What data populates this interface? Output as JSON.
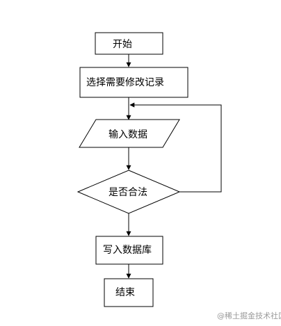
{
  "flowchart": {
    "nodes": {
      "start": "开始",
      "select_record": "选择需要修改记录",
      "input_data": "输入数据",
      "is_valid": "是否合法",
      "write_db": "写入数据库",
      "end": "结束"
    }
  },
  "watermark": "@稀土掘金技术社区",
  "colors": {
    "stroke": "#000000",
    "fill": "#ffffff",
    "watermark": "#9a9a9a"
  }
}
